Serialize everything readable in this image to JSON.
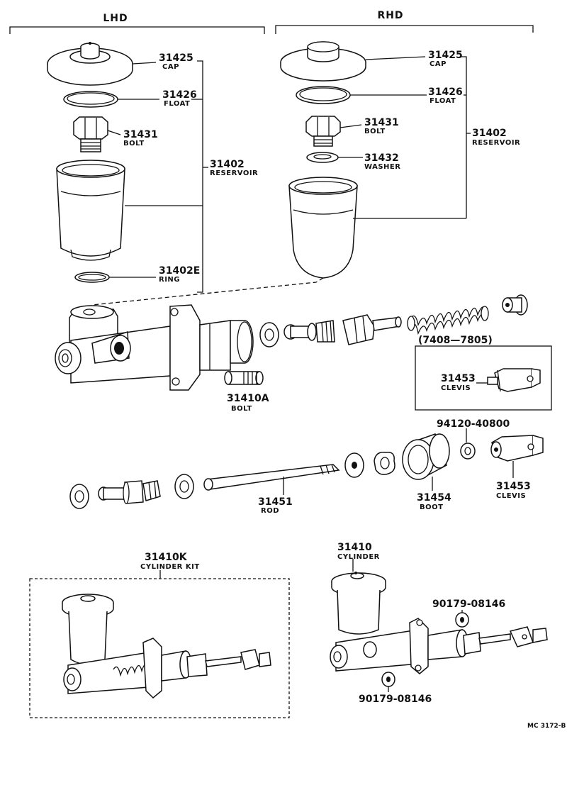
{
  "headers": {
    "lhd": "LHD",
    "rhd": "RHD"
  },
  "lhd": {
    "cap": {
      "pn": "31425",
      "label": "CAP"
    },
    "float": {
      "pn": "31426",
      "label": "FLOAT"
    },
    "bolt": {
      "pn": "31431",
      "label": "BOLT"
    },
    "reservoir": {
      "pn": "31402",
      "label": "RESERVOIR"
    },
    "ring": {
      "pn": "31402E",
      "label": "RING"
    }
  },
  "rhd": {
    "cap": {
      "pn": "31425",
      "label": "CAP"
    },
    "float": {
      "pn": "31426",
      "label": "FLOAT"
    },
    "bolt": {
      "pn": "31431",
      "label": "BOLT"
    },
    "washer": {
      "pn": "31432",
      "label": "WASHER"
    },
    "reservoir": {
      "pn": "31402",
      "label": "RESERVOIR"
    }
  },
  "mid": {
    "bolt": {
      "pn": "31410A",
      "label": "BOLT"
    },
    "date_range": "(7408—7805)",
    "clevis_box": {
      "pn": "31453",
      "label": "CLEVIS"
    },
    "nut_pn": "94120-40800",
    "rod": {
      "pn": "31451",
      "label": "ROD"
    },
    "boot": {
      "pn": "31454",
      "label": "BOOT"
    },
    "clevis": {
      "pn": "31453",
      "label": "CLEVIS"
    }
  },
  "bottom": {
    "kit": {
      "pn": "31410K",
      "label": "CYLINDER KIT"
    },
    "cylinder": {
      "pn": "31410",
      "label": "CYLINDER"
    },
    "nut_top": "90179-08146",
    "nut_bottom": "90179-08146"
  },
  "code": "MC 3172-B"
}
